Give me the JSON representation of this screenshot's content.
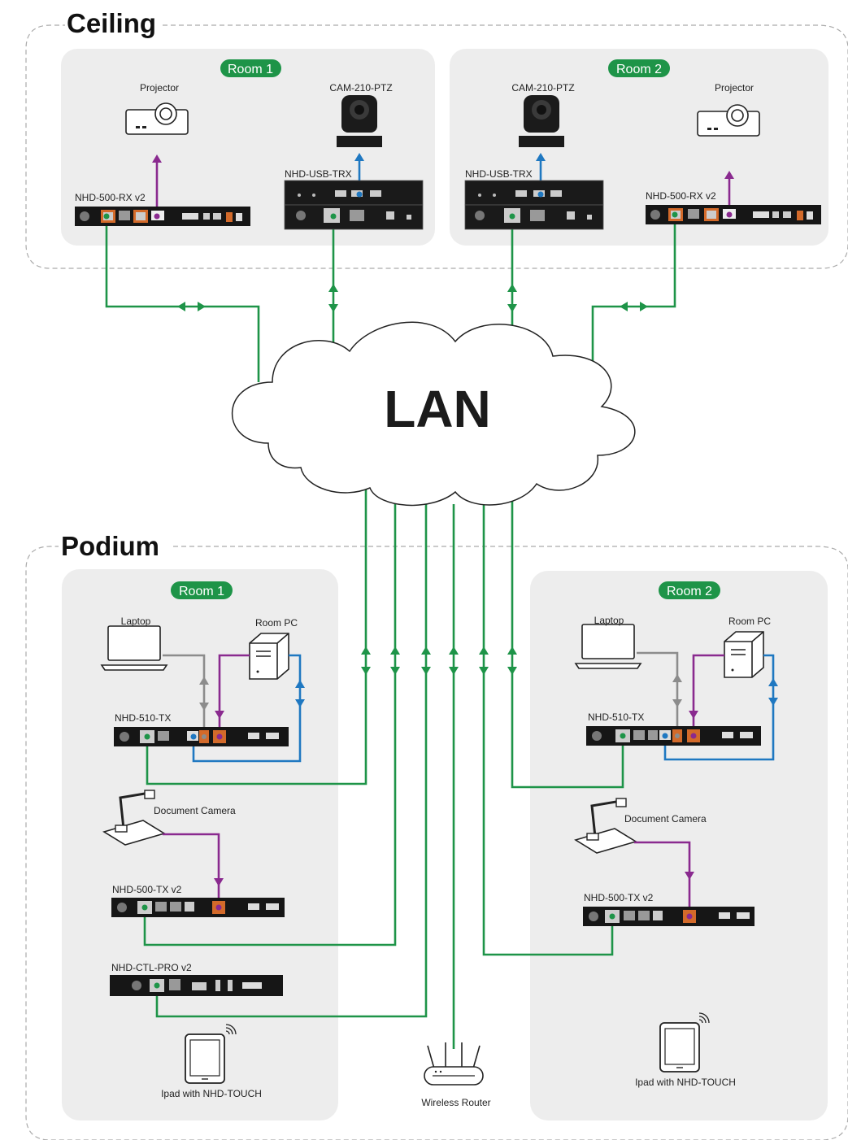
{
  "zones": {
    "ceiling": "Ceiling",
    "podium": "Podium"
  },
  "network": {
    "lan": "LAN"
  },
  "colors": {
    "network_line": "#1e9448",
    "hdmi_line": "#8a2a8f",
    "usb_line": "#1f78c1",
    "analog_line": "#8c8c8c",
    "pill": "#1e9448",
    "panel": "#ededed"
  },
  "ceiling": {
    "room1": {
      "pill": "Room 1",
      "projector": "Projector",
      "receiver": "NHD-500-RX v2",
      "camera": "CAM-210-PTZ",
      "usb": "NHD-USB-TRX"
    },
    "room2": {
      "pill": "Room 2",
      "camera": "CAM-210-PTZ",
      "usb": "NHD-USB-TRX",
      "projector": "Projector",
      "receiver": "NHD-500-RX v2"
    }
  },
  "podium": {
    "room1": {
      "pill": "Room 1",
      "laptop": "Laptop",
      "room_pc": "Room PC",
      "tx510": "NHD-510-TX",
      "doc_camera": "Document Camera",
      "tx500": "NHD-500-TX v2",
      "ctl": "NHD-CTL-PRO v2",
      "ipad": "Ipad with NHD-TOUCH"
    },
    "room2": {
      "pill": "Room 2",
      "laptop": "Laptop",
      "room_pc": "Room PC",
      "tx510": "NHD-510-TX",
      "doc_camera": "Document Camera",
      "tx500": "NHD-500-TX v2",
      "ipad": "Ipad with NHD-TOUCH"
    },
    "router": "Wireless Router"
  }
}
